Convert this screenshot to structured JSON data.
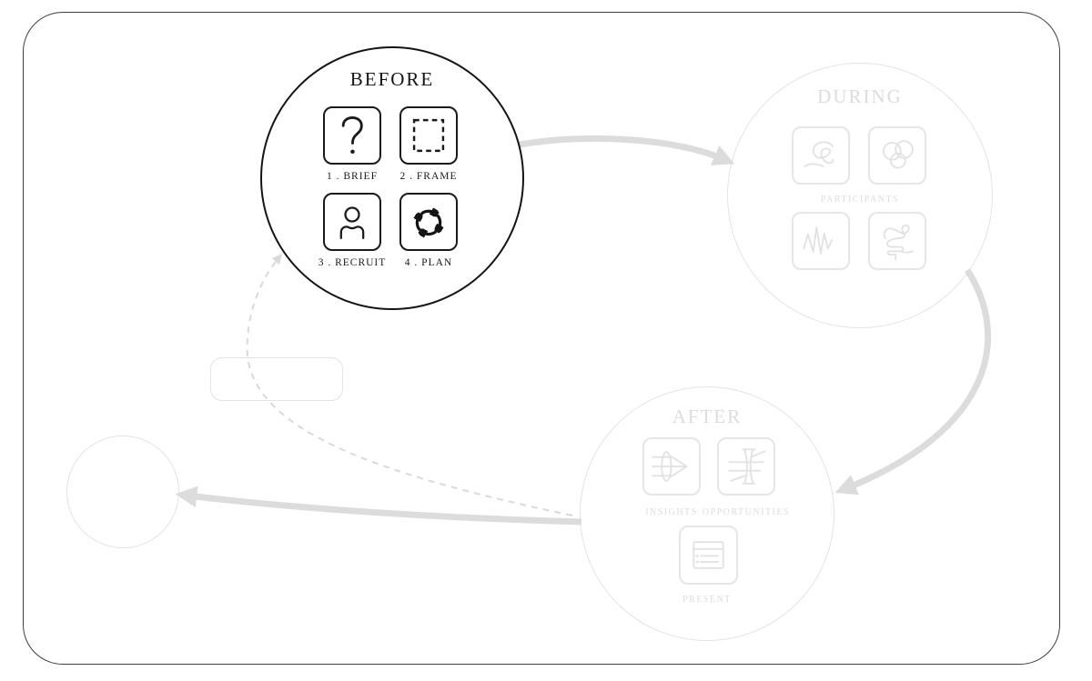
{
  "stages": {
    "before": {
      "title": "BEFORE",
      "steps": [
        "1 . BRIEF",
        "2 . FRAME",
        "3 . RECRUIT",
        "4 . PLAN"
      ]
    },
    "during": {
      "title": "DURING",
      "participants_label": "PARTICIPANTS"
    },
    "after": {
      "title": "AFTER",
      "insights_label": "INSIGHTS",
      "opportunities_label": "OPPORTUNITIES",
      "present_label": "PRESENT"
    }
  },
  "colors": {
    "active_stroke": "#141414",
    "faded_stroke": "#e3e3e3",
    "faded_icon": "#e2e2e2",
    "faded_text": "#dcdcdc",
    "arrow": "#dcdcdc",
    "dashed_arrow": "#d9d9d9",
    "outer_border": "#3e3e3e",
    "background": "#ffffff"
  }
}
